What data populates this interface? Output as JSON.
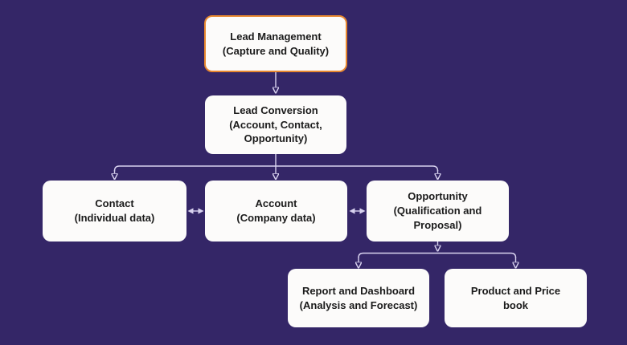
{
  "colors": {
    "background": "#342667",
    "node_fill": "#fcfbfa",
    "node_text": "#1b1b1b",
    "connector": "#d8d2ef",
    "highlight_border": "#e8882f"
  },
  "nodes": [
    {
      "id": "lead-management",
      "label": "Lead Management\n(Capture and Quality)",
      "highlighted": true
    },
    {
      "id": "lead-conversion",
      "label": "Lead Conversion\n(Account, Contact,\nOpportunity)",
      "highlighted": false
    },
    {
      "id": "contact",
      "label": "Contact\n(Individual data)",
      "highlighted": false
    },
    {
      "id": "account",
      "label": "Account\n(Company data)",
      "highlighted": false
    },
    {
      "id": "opportunity",
      "label": "Opportunity\n(Qualification and\nProposal)",
      "highlighted": false
    },
    {
      "id": "report-dashboard",
      "label": "Report and Dashboard\n(Analysis and Forecast)",
      "highlighted": false
    },
    {
      "id": "product-price",
      "label": "Product and Price\nbook",
      "highlighted": false
    }
  ],
  "edges": [
    {
      "from": "lead-management",
      "to": "lead-conversion",
      "type": "arrow"
    },
    {
      "from": "lead-conversion",
      "to": "contact",
      "type": "arrow"
    },
    {
      "from": "lead-conversion",
      "to": "account",
      "type": "arrow"
    },
    {
      "from": "lead-conversion",
      "to": "opportunity",
      "type": "arrow"
    },
    {
      "from": "contact",
      "to": "account",
      "type": "double-arrow"
    },
    {
      "from": "account",
      "to": "opportunity",
      "type": "double-arrow"
    },
    {
      "from": "opportunity",
      "to": "report-dashboard",
      "type": "arrow"
    },
    {
      "from": "opportunity",
      "to": "product-price",
      "type": "arrow"
    }
  ]
}
